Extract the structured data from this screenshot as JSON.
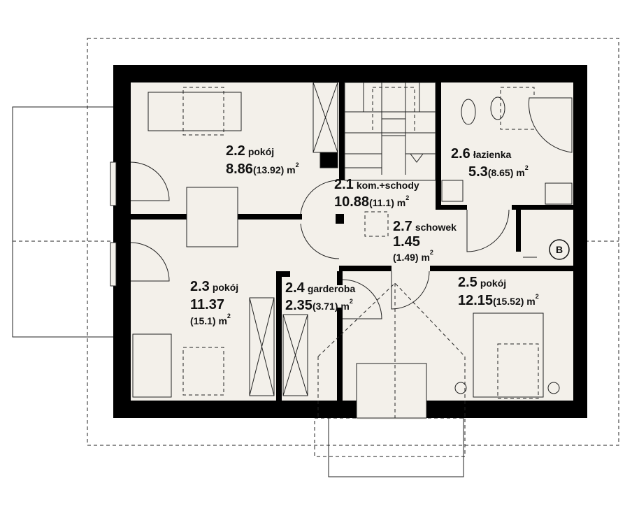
{
  "rooms": [
    {
      "id": "2.2",
      "name": "pokój",
      "area": "8.86",
      "gross": "(13.92) m",
      "sup": "2"
    },
    {
      "id": "2.1",
      "name": "kom.+schody",
      "area": "10.88",
      "gross": "(11.1) m",
      "sup": "2"
    },
    {
      "id": "2.6",
      "name": "łazienka",
      "area": "5.3",
      "gross": "(8.65) m",
      "sup": "2"
    },
    {
      "id": "2.7",
      "name": "schowek",
      "area": "1.45",
      "gross": "(1.49) m",
      "sup": "2"
    },
    {
      "id": "2.3",
      "name": "pokój",
      "area": "11.37",
      "gross": "(15.1) m",
      "sup": "2"
    },
    {
      "id": "2.4",
      "name": "garderoba",
      "area": "2.35",
      "gross": "(3.71) m",
      "sup": "2"
    },
    {
      "id": "2.5",
      "name": "pokój",
      "area": "12.15",
      "gross": "(15.52) m",
      "sup": "2"
    }
  ],
  "section_marker": "B",
  "colors": {
    "floor": "#f3f0ea",
    "wall": "#000000"
  }
}
